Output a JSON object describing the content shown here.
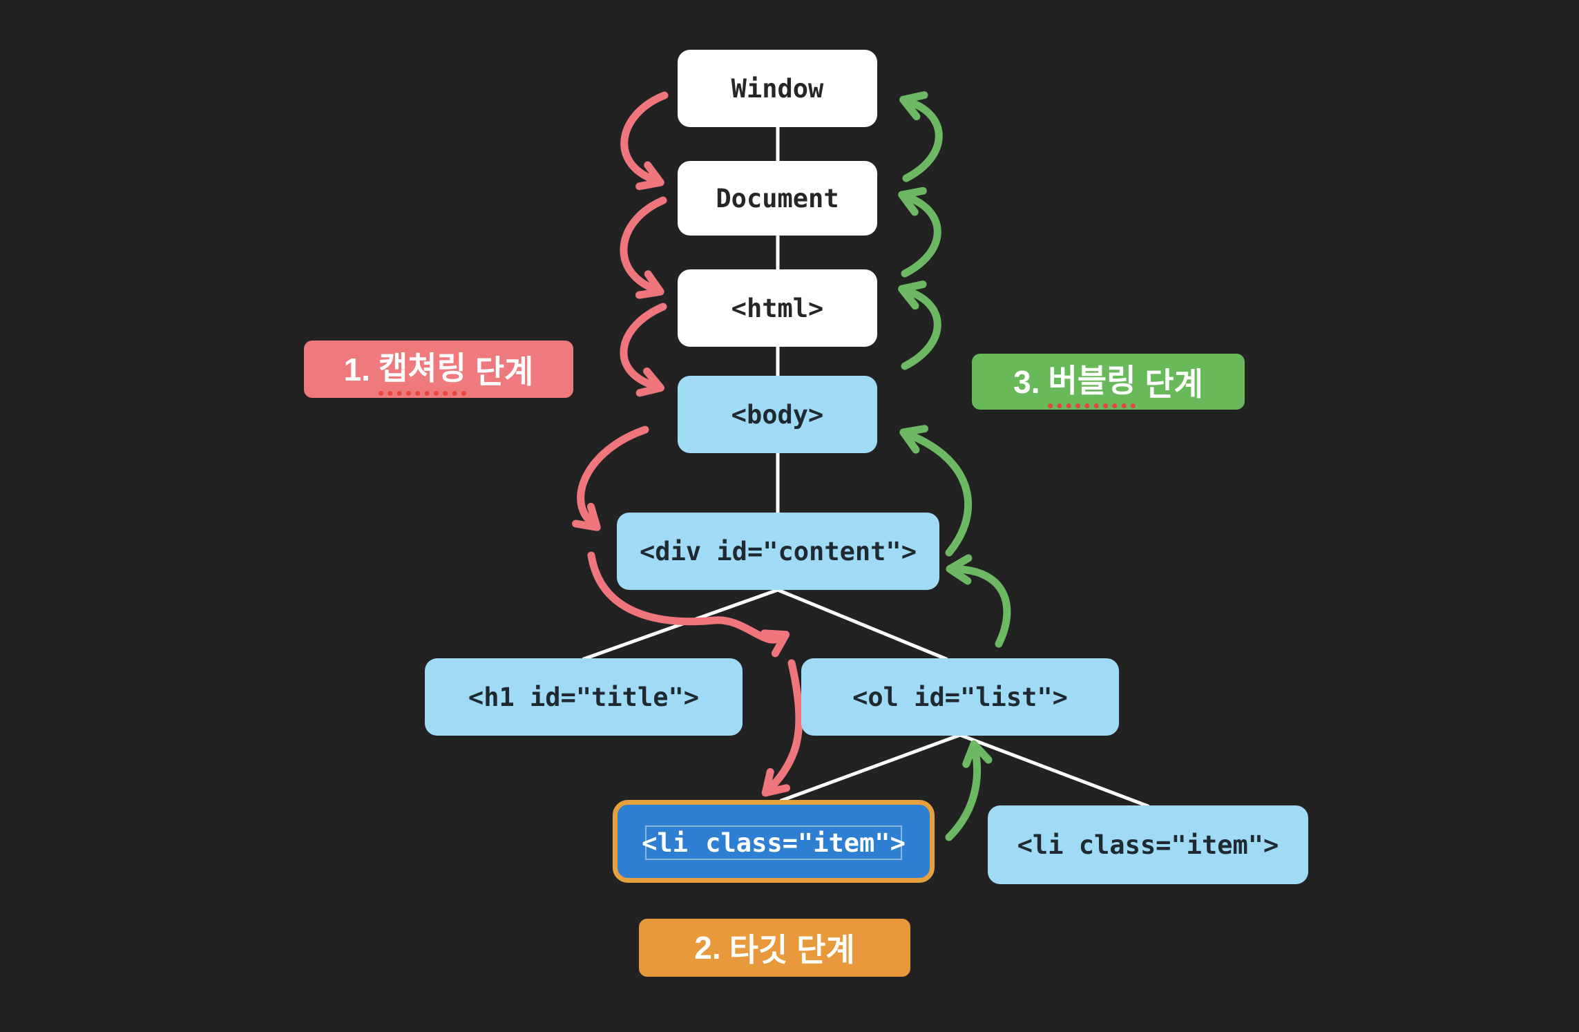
{
  "colors": {
    "background": "#222222",
    "node_white": "#ffffff",
    "node_blue": "#9fdbf5",
    "target_fill": "#2e7fd1",
    "target_border": "#e6a13f",
    "capturing_red": "#ef767c",
    "bubbling_green": "#6db963",
    "target_orange": "#e8993c",
    "connector_white": "#fcfcfc",
    "spellcheck_underline": "#e8453c"
  },
  "nodes": {
    "window": {
      "label": "Window"
    },
    "document": {
      "label": "Document"
    },
    "html": {
      "label": "<html>"
    },
    "body": {
      "label": "<body>"
    },
    "div_content": {
      "label": "<div id=\"content\">"
    },
    "h1_title": {
      "label": "<h1 id=\"title\">"
    },
    "ol_list": {
      "label": "<ol id=\"list\">"
    },
    "li_target": {
      "before_caret": "<li",
      "after_caret": " class=\"item\">"
    },
    "li_sibling": {
      "label": "<li class=\"item\">"
    }
  },
  "phase_labels": {
    "capturing": {
      "prefix": "1.",
      "word": "캡쳐링",
      "suffix": " 단계"
    },
    "target": {
      "prefix": "2.",
      "word": "타깃",
      "suffix": " 단계"
    },
    "bubbling": {
      "prefix": "3.",
      "word": "버블링",
      "suffix": " 단계"
    }
  },
  "arrows": {
    "capturing_path": [
      "Window",
      "Document",
      "<html>",
      "<body>",
      "<div id=\"content\">",
      "<ol id=\"list\">",
      "<li class=\"item\">"
    ],
    "bubbling_path": [
      "<li class=\"item\">",
      "<ol id=\"list\">",
      "<div id=\"content\">",
      "<body>",
      "<html>",
      "Document",
      "Window"
    ]
  }
}
